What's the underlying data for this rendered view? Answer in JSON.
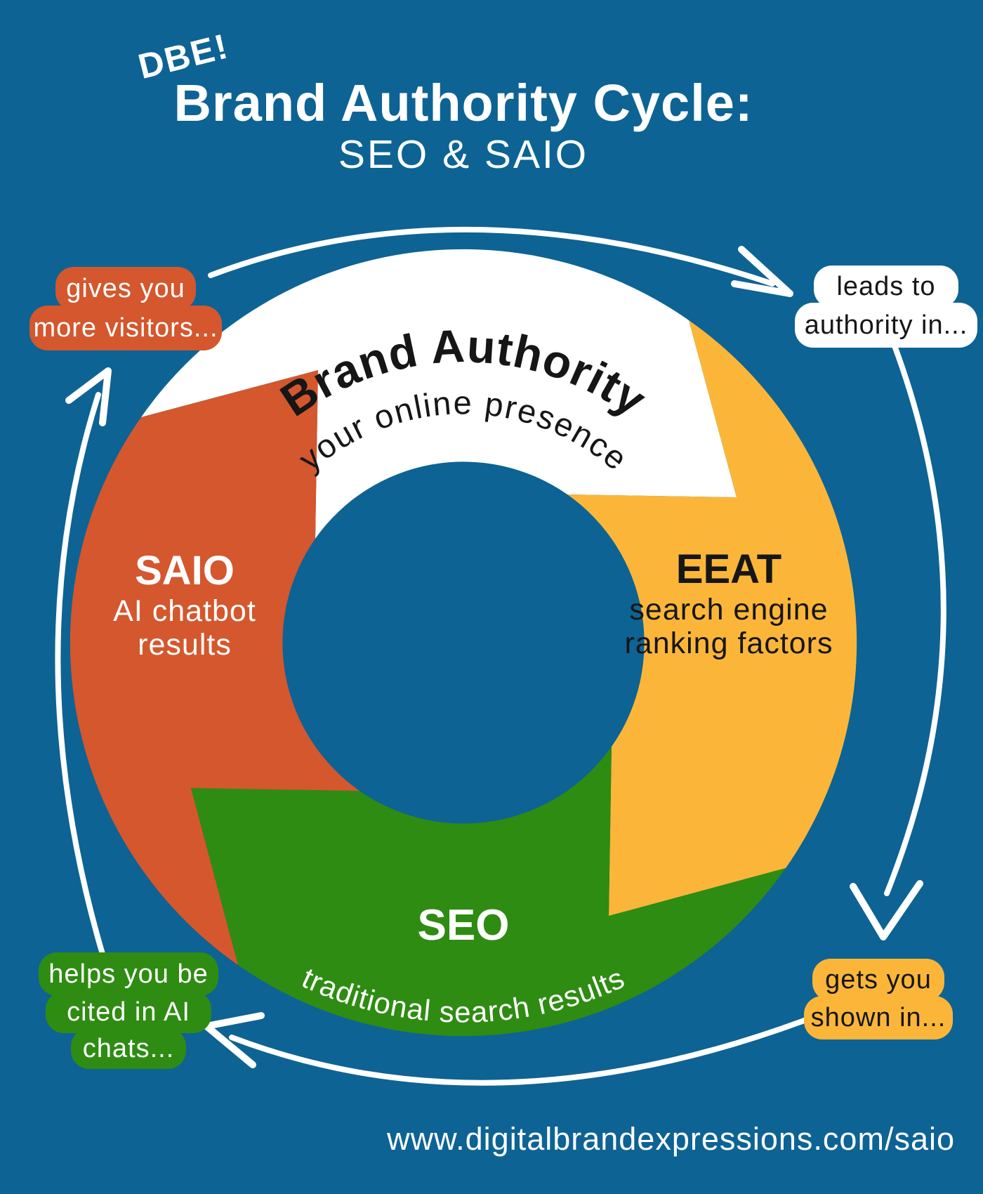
{
  "header": {
    "logo": "DBE!",
    "title": "Brand Authority Cycle:",
    "subtitle": "SEO & SAIO"
  },
  "colors": {
    "background": "#0d6394",
    "brand_authority_white": "#ffffff",
    "eeat_yellow": "#fbb63a",
    "seo_green": "#2e8c12",
    "saio_red": "#d4572e",
    "arrow_white": "#ffffff",
    "dark_text": "#161616"
  },
  "segments": [
    {
      "name": "Brand Authority",
      "description": "your online presence",
      "color": "#ffffff"
    },
    {
      "name": "EEAT",
      "description_lines": [
        "search engine",
        "ranking factors"
      ],
      "color": "#fbb63a"
    },
    {
      "name": "SEO",
      "description": "traditional search results",
      "color": "#2e8c12"
    },
    {
      "name": "SAIO",
      "description_lines": [
        "AI chatbot",
        "results"
      ],
      "color": "#d4572e"
    }
  ],
  "callouts": [
    {
      "id": "gives-you-more-visitors",
      "lines": [
        "gives you",
        "more visitors..."
      ]
    },
    {
      "id": "leads-to-authority-in",
      "lines": [
        "leads to",
        "authority in..."
      ]
    },
    {
      "id": "gets-you-shown-in",
      "lines": [
        "gets you",
        "shown in..."
      ]
    },
    {
      "id": "helps-you-be-cited",
      "lines": [
        "helps you be",
        "cited in AI",
        "chats..."
      ]
    }
  ],
  "footer": {
    "url": "www.digitalbrandexpressions.com/saio"
  }
}
